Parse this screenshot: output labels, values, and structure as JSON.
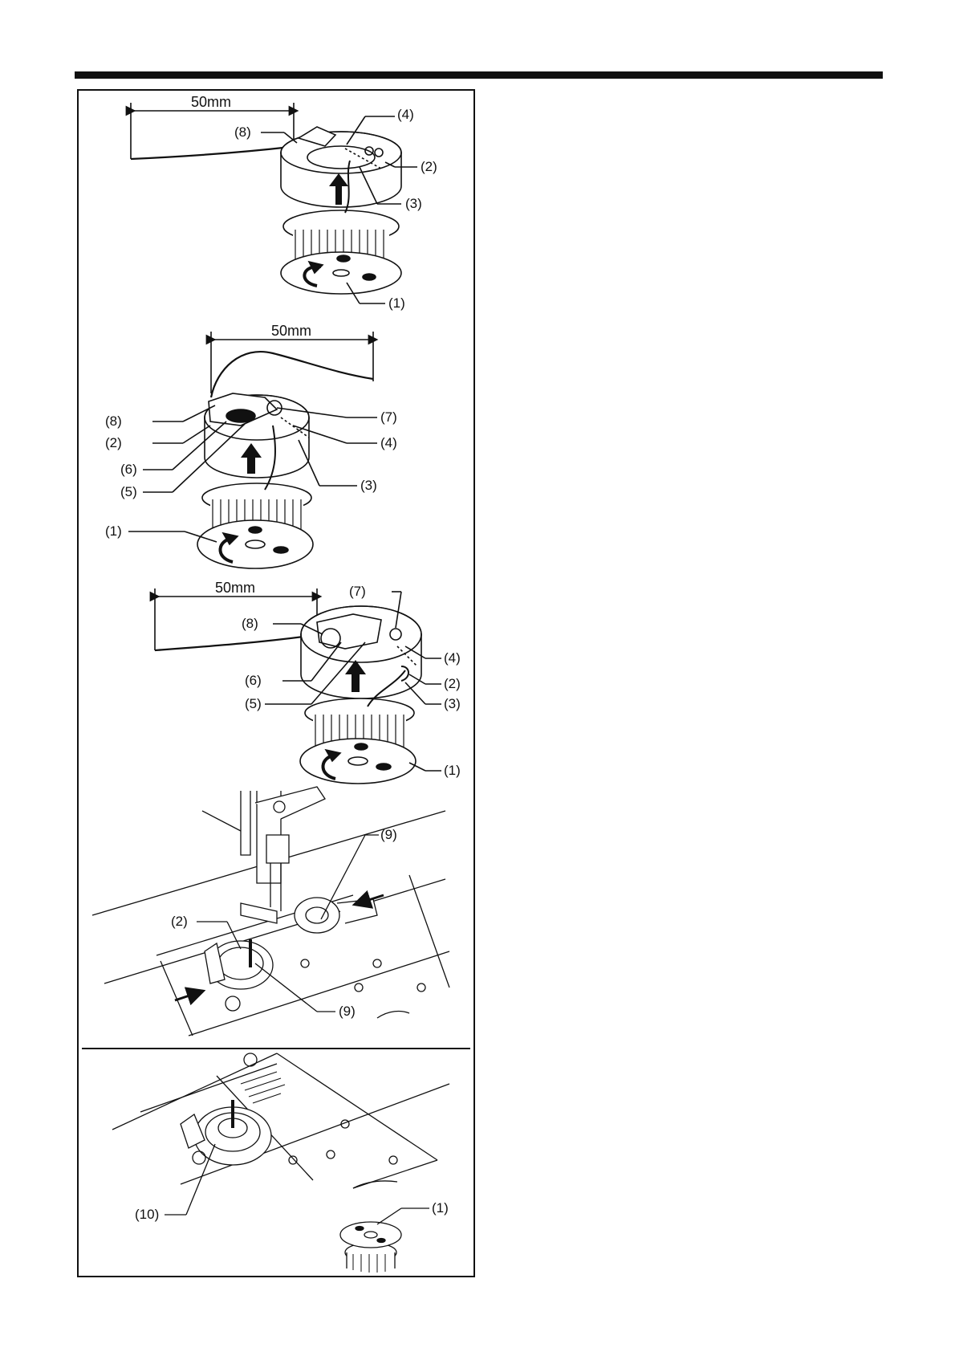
{
  "figure_1": {
    "dimension": "50mm",
    "callouts": [
      "(4)",
      "(8)",
      "(2)",
      "(3)",
      "(1)"
    ]
  },
  "figure_2": {
    "dimension": "50mm",
    "callouts": [
      "(8)",
      "(7)",
      "(2)",
      "(4)",
      "(6)",
      "(3)",
      "(5)",
      "(1)"
    ]
  },
  "figure_3": {
    "dimension": "50mm",
    "callouts": [
      "(7)",
      "(8)",
      "(4)",
      "(6)",
      "(2)",
      "(5)",
      "(3)",
      "(1)"
    ]
  },
  "figure_4": {
    "callouts": [
      "(9)",
      "(2)",
      "(9)"
    ]
  },
  "figure_5": {
    "callouts": [
      "(1)",
      "(10)"
    ]
  },
  "colors": {
    "ink": "#111111",
    "paper": "#ffffff",
    "thread": "#111111"
  },
  "icons": [
    "up-arrow-icon",
    "rotation-arrow-icon",
    "insertion-arrow-icon"
  ]
}
